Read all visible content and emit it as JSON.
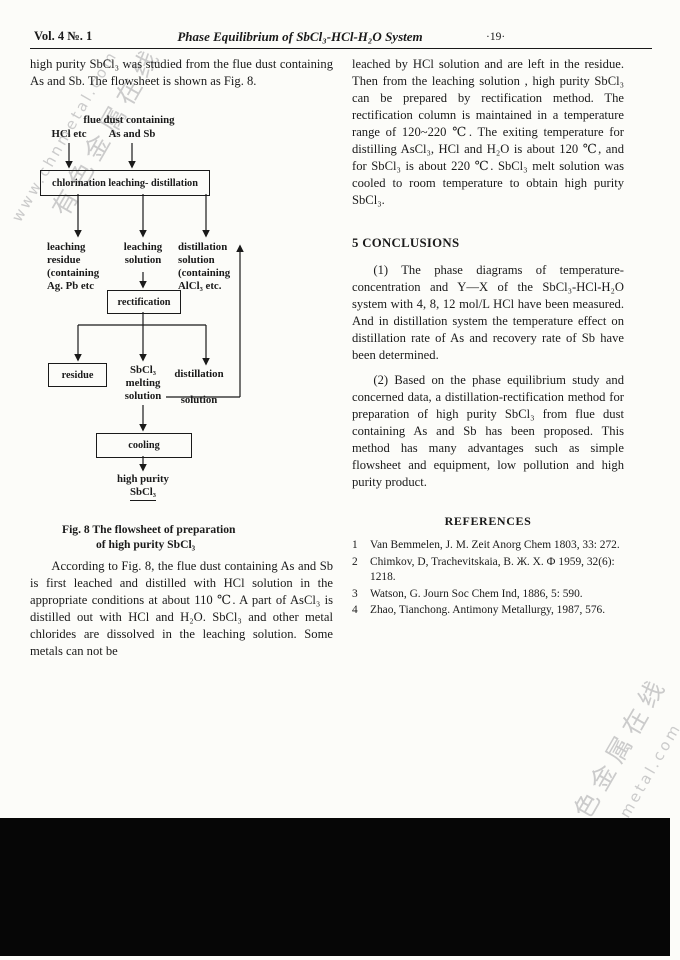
{
  "colors": {
    "page_background": "#fcfcf9",
    "ink": "#1a1a1a",
    "watermark": "#cbcbcb",
    "bottom_band": "#060606"
  },
  "watermarks": {
    "brand_cn": "有色金属在线",
    "site_url": "www.chnmetal.com",
    "site_url_fragment": "metal.com"
  },
  "header": {
    "volume": "Vol. 4   №. 1",
    "title": "Phase Equilibrium of SbCl₃-HCl-H₂O System",
    "page_number": "·19·"
  },
  "left_column": {
    "intro": "high purity SbCl₃ was studied from the flue dust containing As and Sb. The flowsheet is shown as Fig. 8.",
    "figure_caption_line1": "Fig. 8   The flowsheet of preparation",
    "figure_caption_line2": "of high purity SbCl₃",
    "body_para": "According to Fig. 8, the flue dust containing As and Sb is first leached and distilled with HCl solution in the appropriate conditions at about 110 ℃.  A part of AsCl₃ is distilled out with HCl and H₂O.  SbCl₃ and other metal chlorides are dissolved in the leaching solution.  Some metals can not be"
  },
  "flowchart": {
    "top_label": "flue dust containing",
    "input_left": "HCl etc",
    "input_right": "As and Sb",
    "box_chlorination": "chlorination leaching- distillation",
    "branch_residue": "leaching\nresidue\n(containing\nAg. Pb etc",
    "branch_solution": "leaching\nsolution",
    "branch_distillation": "distillation\nsolution\n(containing\nAlCl₃ etc.",
    "box_rectification": "rectification",
    "out_residue": "residue",
    "out_melting": "SbCl₃\nmelting\nsolution",
    "out_distillation_line1": "distillation",
    "out_distillation_line2": "solution",
    "box_cooling": "cooling",
    "final_line1": "high purity",
    "final_line2": "SbCl₃"
  },
  "right_column": {
    "para1": "leached by HCl solution and are left in the residue.  Then from the leaching solution , high purity SbCl₃ can be prepared by rectification method.  The rectification column is maintained in a temperature range of 120~220 ℃.  The exiting temperature for distilling AsCl₃, HCl and H₂O is about 120 ℃, and for SbCl₃ is about 220 ℃.  SbCl₃ melt solution was cooled to room temperature to obtain high purity SbCl₃.",
    "conclusions_heading": "5   CONCLUSIONS",
    "conclusion1": "(1) The phase diagrams of temperature-concentration and Y—X of the SbCl₃-HCl-H₂O system with 4, 8, 12 mol/L HCl have been measured.  And in distillation system the temperature effect on distillation rate of As and recovery rate of Sb have been determined.",
    "conclusion2": "(2) Based on the phase equilibrium study and concerned data, a distillation-rectification method for preparation of high purity SbCl₃ from flue dust containing As and Sb has been proposed.  This method has many advantages such as simple flowsheet and equipment, low pollution and high purity product.",
    "references_heading": "REFERENCES",
    "references": [
      {
        "num": "1",
        "text": "Van Bemmelen, J. M. Zeit Anorg Chem 1803, 33: 272."
      },
      {
        "num": "2",
        "text": "Chimkov, D, Trachevitskaia, B. Ж. X. Ф 1959, 32(6): 1218."
      },
      {
        "num": "3",
        "text": "Watson, G. Journ Soc Chem Ind, 1886, 5: 590."
      },
      {
        "num": "4",
        "text": "Zhao, Tianchong. Antimony Metallurgy, 1987, 576."
      }
    ]
  }
}
